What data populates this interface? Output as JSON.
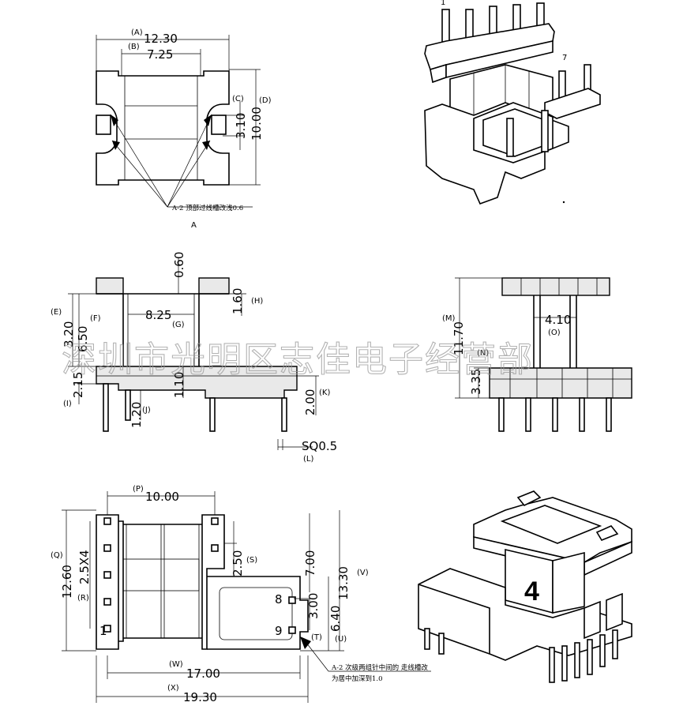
{
  "top_view": {
    "dims": {
      "a_label": "(A)",
      "a_value": "12.30",
      "b_label": "(B)",
      "b_value": "7.25",
      "c_label": "(C)",
      "c_value": "3.10",
      "d_label": "(D)",
      "d_value": "10.00"
    },
    "note": "A-2 顶部过线槽改浅0.6",
    "footer_mark": "A"
  },
  "iso_top": {
    "mark_1": "1",
    "mark_7": "7"
  },
  "front_view": {
    "dims": {
      "top_gap": "0.60",
      "e_label": "(E)",
      "e_value": "3.20",
      "f_label": "(F)",
      "f_value": "6.50",
      "g_value": "8.25",
      "g_label": "(G)",
      "h_label": "(H)",
      "h_value": "1.60",
      "i_label": "(I)",
      "i_value": "2.15",
      "j_value": "1.20",
      "j_label": "(J)",
      "mid_value": "1.10",
      "k_value": "2.00",
      "k_label": "(K)",
      "l_value": "SQ0.5",
      "l_label": "(L)"
    }
  },
  "side_view": {
    "dims": {
      "m_label": "(M)",
      "m_value": "11.70",
      "o_value": "4.10",
      "o_label": "(O)",
      "n_label": "(N)",
      "n_value": "3.35"
    }
  },
  "bottom_view": {
    "dims": {
      "p_label": "(P)",
      "p_value": "10.00",
      "q_label": "(Q)",
      "q_value": "12.60",
      "r_value": "2.5X4",
      "r_label": "(R)",
      "s_value": "2.50",
      "s_label": "(S)",
      "seven_value": "7.00",
      "v_value": "13.30",
      "v_label": "(V)",
      "three_value": "3.00",
      "six_value": "6.40",
      "t_label": "(T)",
      "u_label": "(U)",
      "w_label": "(W)",
      "w_value": "17.00",
      "x_label": "(X)",
      "x_value": "19.30"
    },
    "pins": {
      "p8": "8",
      "p9": "9",
      "p1": "1"
    },
    "note_line1": "A-2 次级两组针中间的 走线槽改",
    "note_line2": "为居中加深到1.0"
  },
  "iso_bottom": {
    "number": "4"
  },
  "watermark": "深圳市光明区志佳电子经营部"
}
